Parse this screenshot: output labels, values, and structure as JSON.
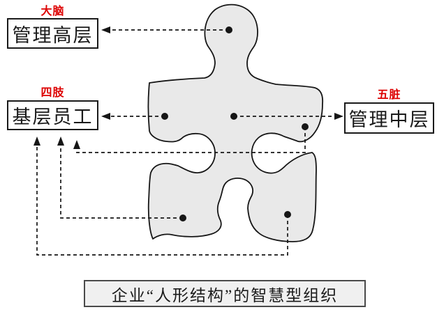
{
  "annotations": {
    "brain": {
      "tag": "大脑",
      "box": "管理高层"
    },
    "limbs": {
      "tag": "四肢",
      "box": "基层员工"
    },
    "organs": {
      "tag": "五脏",
      "box": "管理中层"
    }
  },
  "caption": {
    "text": "企业“人形结构”的智慧型组织"
  },
  "connections": [
    {
      "from": "head-dot",
      "to": "管理高层"
    },
    {
      "from": "left-arm-dot",
      "to": "基层员工"
    },
    {
      "from": "chest-dot",
      "to": "管理中层"
    },
    {
      "from": "right-hand-dot",
      "to": "基层员工"
    },
    {
      "from": "left-leg-dot",
      "to": "基层员工"
    },
    {
      "from": "right-leg-dot",
      "to": "基层员工"
    }
  ],
  "colors": {
    "page_bg": "#ffffff",
    "figure_fill": "#e9e9e9",
    "figure_outline": "#161616",
    "label_red": "#dd0000",
    "box_border": "#1a1a1a",
    "caption_bg": "#f0f0f0",
    "caption_border": "#4a4a4a",
    "text_color": "#1a1a1a"
  }
}
